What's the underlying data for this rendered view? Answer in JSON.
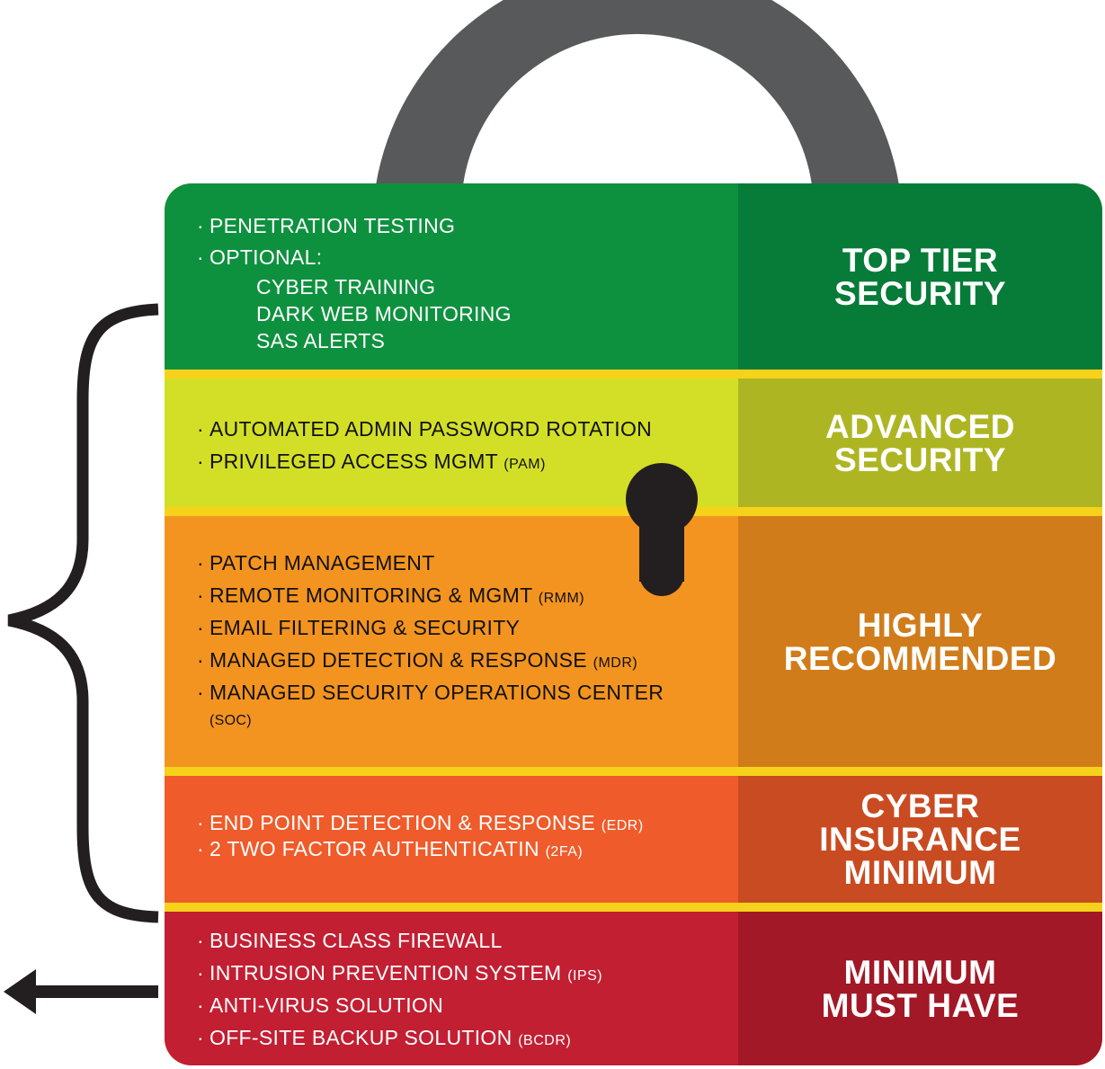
{
  "tiers": [
    {
      "title_lines": [
        "TOP TIER",
        "SECURITY"
      ],
      "items": [
        {
          "text": "PENETRATION TESTING",
          "abbr": ""
        },
        {
          "text": "OPTIONAL:",
          "abbr": ""
        }
      ],
      "sub_items": [
        "CYBER TRAINING",
        "DARK WEB MONITORING",
        "SAS ALERTS"
      ],
      "color_left": "#0e913f",
      "color_right": "#077b38"
    },
    {
      "title_lines": [
        "ADVANCED",
        "SECURITY"
      ],
      "items": [
        {
          "text": "AUTOMATED ADMIN PASSWORD ROTATION",
          "abbr": ""
        },
        {
          "text": "PRIVILEGED ACCESS MGMT",
          "abbr": "(PAM)"
        }
      ],
      "color_left": "#d3df27",
      "color_right": "#adb622"
    },
    {
      "title_lines": [
        "HIGHLY",
        "RECOMMENDED"
      ],
      "items": [
        {
          "text": "PATCH MANAGEMENT",
          "abbr": ""
        },
        {
          "text": "REMOTE MONITORING & MGMT",
          "abbr": "(RMM)"
        },
        {
          "text": "EMAIL FILTERING & SECURITY",
          "abbr": ""
        },
        {
          "text": "MANAGED DETECTION & RESPONSE",
          "abbr": "(MDR)"
        },
        {
          "text": "MANAGED SECURITY OPERATIONS CENTER",
          "abbr": "(SOC)"
        }
      ],
      "color_left": "#f39420",
      "color_right": "#d17c1a"
    },
    {
      "title_lines": [
        "CYBER",
        "INSURANCE",
        "MINIMUM"
      ],
      "items": [
        {
          "text": "END POINT DETECTION & RESPONSE",
          "abbr": "(EDR)"
        },
        {
          "text": "2 TWO FACTOR AUTHENTICATIN",
          "abbr": "(2FA)"
        }
      ],
      "color_left": "#ef5b2a",
      "color_right": "#c94b21"
    },
    {
      "title_lines": [
        "MINIMUM",
        "MUST HAVE"
      ],
      "items": [
        {
          "text": "BUSINESS CLASS FIREWALL",
          "abbr": ""
        },
        {
          "text": "INTRUSION PREVENTION SYSTEM",
          "abbr": "(IPS)"
        },
        {
          "text": "ANTI-VIRUS SOLUTION",
          "abbr": ""
        },
        {
          "text": "OFF-SITE BACKUP SOLUTION",
          "abbr": "(BCDR)"
        }
      ],
      "color_left": "#c21f32",
      "color_right": "#a31826"
    }
  ],
  "colors": {
    "shackle": "#58595b",
    "separator": "#f7d21b",
    "keyhole": "#231f20",
    "bracket": "#231f20"
  },
  "icons": [
    "padlock-shackle",
    "keyhole-icon",
    "curly-brace-icon",
    "arrow-left-icon"
  ]
}
